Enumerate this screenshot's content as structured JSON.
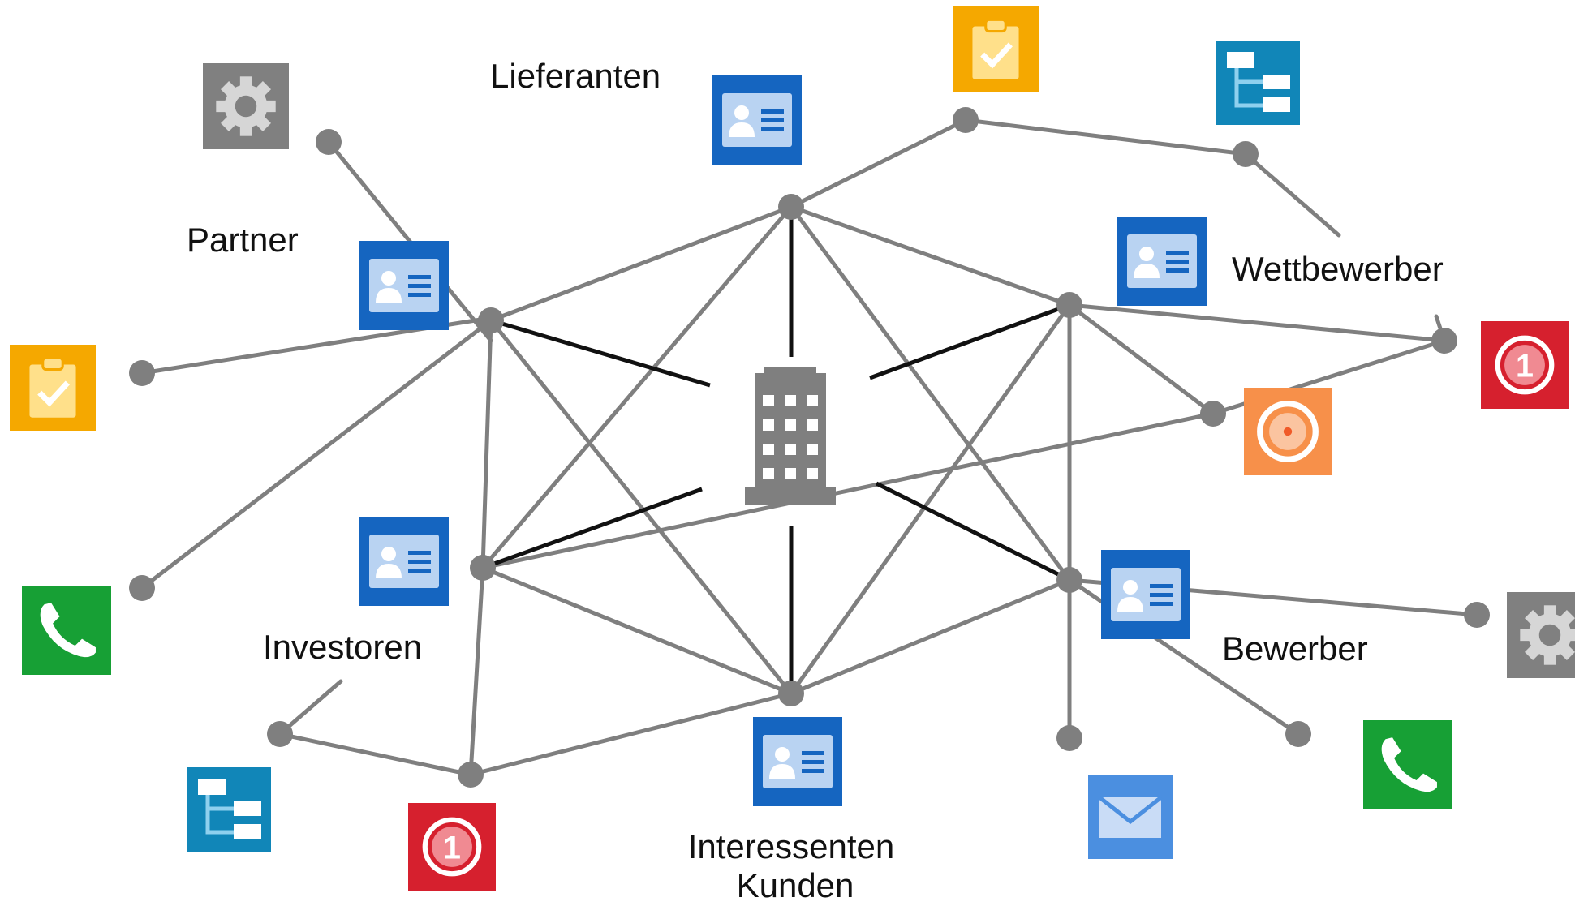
{
  "labels": {
    "lieferanten": "Lieferanten",
    "partner": "Partner",
    "wettbewerber": "Wettbewerber",
    "investoren": "Investoren",
    "bewerber": "Bewerber",
    "interessenten": "Interessenten",
    "kunden": "Kunden"
  },
  "colors": {
    "edge": "#7f7f7f",
    "hub_edge": "#111111",
    "node": "#7f7f7f",
    "building": "#7f7f7f",
    "contact_card": "#1565c0",
    "task": "#f5a800",
    "hierarchy": "#1186b8",
    "alert": "#d6202e",
    "phone": "#17a035",
    "settings": "#808080",
    "target": "#f7904a",
    "mail": "#4b8fe0"
  },
  "icons": [
    "settings-icon",
    "contact-card-icon",
    "task-icon",
    "hierarchy-icon",
    "alert-icon",
    "phone-icon",
    "target-icon",
    "mail-icon",
    "building-icon"
  ]
}
